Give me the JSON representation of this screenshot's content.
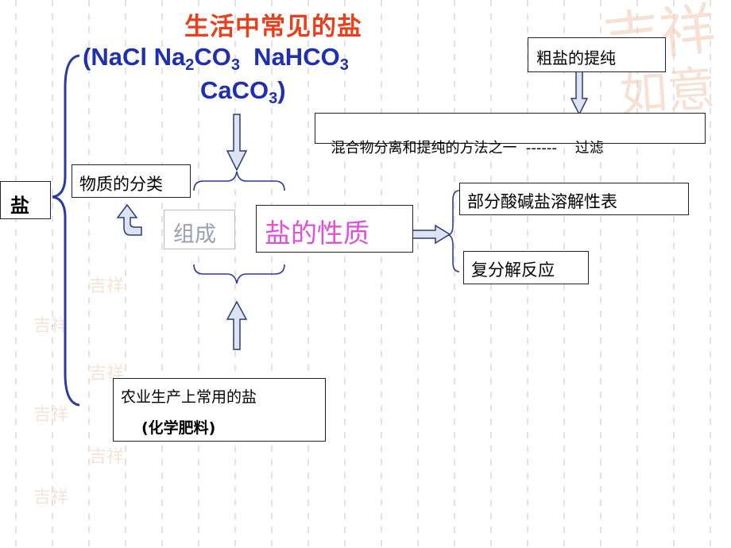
{
  "title": "生活中常见的盐",
  "formulas": {
    "line1": "(NaCl Na₂CO₃  NaHCO₃",
    "line2": "CaCO₃)"
  },
  "nodes": {
    "salt": "盐",
    "classification": "物质的分类",
    "composition": "组成",
    "properties": "盐的性质",
    "crude_salt": "粗盐的提纯",
    "separation": "混合物分离和提纯的方法之一  ------    过滤",
    "solubility_table": "部分酸碱盐溶解性表",
    "double_decomposition": "复分解反应",
    "agri_salt": "农业生产上常用的盐",
    "fertilizer": "(化学肥料)"
  },
  "colors": {
    "title": "#e8401c",
    "formula": "#1f2fb0",
    "properties": "#e04fd8",
    "composition": "#9aa0b4",
    "brace": "#2b3aa0",
    "arrow_fill": "#dde3f2",
    "arrow_stroke": "#2c3e70"
  }
}
